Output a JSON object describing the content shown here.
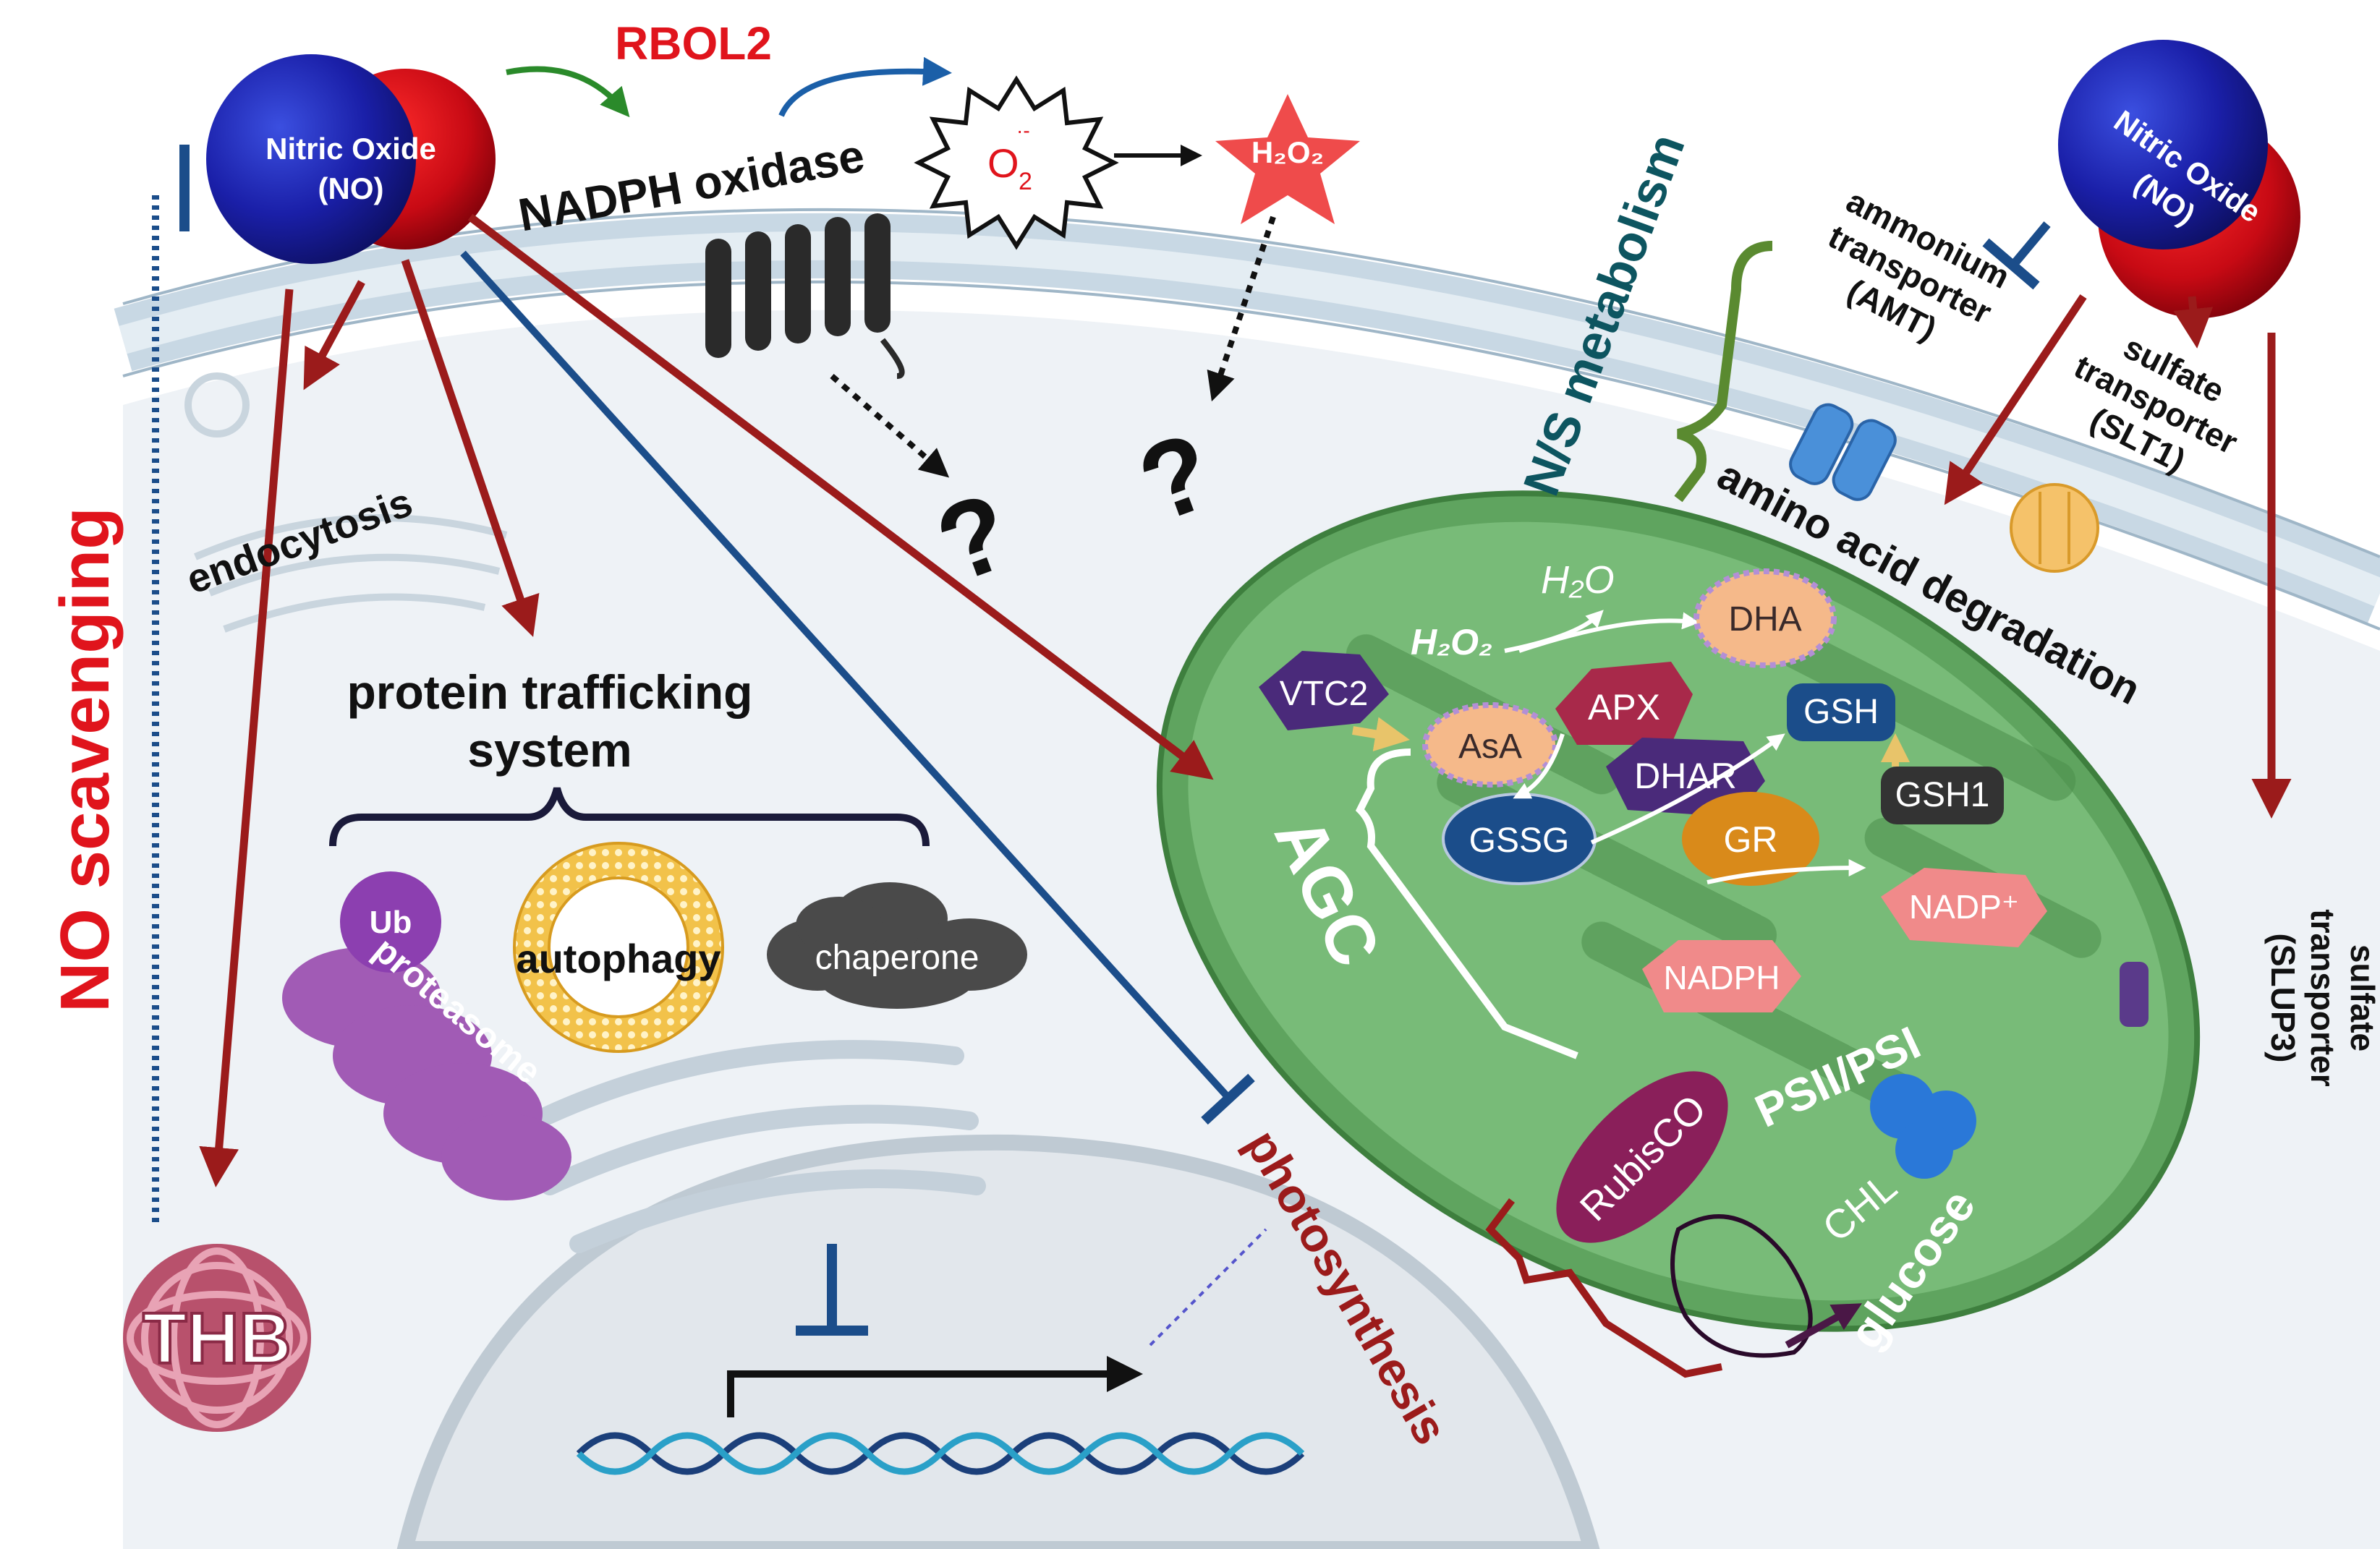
{
  "labels": {
    "no_left_line1": "Nitric Oxide",
    "no_left_line2": "(NO)",
    "rbol2": "RBOL2",
    "nadph_oxidase": "NADPH oxidase",
    "o2_base": "O",
    "o2_sub": "2",
    "o2_sup": "·-",
    "h2o2_star": "H₂O₂",
    "question": "?",
    "ns_metabolism": "N/S metabolism",
    "no_right_line1": "Nitric Oxide",
    "no_right_line2": "(NO)",
    "amt_line1": "ammonium",
    "amt_line2": "transporter",
    "amt_line3": "(AMT)",
    "slt1_line1": "sulfate",
    "slt1_line2": "transporter",
    "slt1_line3": "(SLT1)",
    "amino_acid_degradation": "amino acid degradation",
    "no_scavenging": "NO scavenging",
    "endocytosis": "endocytosis",
    "protein_trafficking_line1": "protein trafficking",
    "protein_trafficking_line2": "system",
    "ub": "Ub",
    "proteasome": "proteasome",
    "autophagy": "autophagy",
    "chaperone": "chaperone",
    "thb": "THB",
    "photosynthesis": "photosynthesis",
    "slup3_line1": "sulfate",
    "slup3_line2": "transporter",
    "slup3_line3": "(SLUP3)",
    "agc": "AGC",
    "vtc2": "VTC2",
    "h2o2_chl": "H₂O₂",
    "h2o": "H₂O",
    "dha": "DHA",
    "asa": "AsA",
    "apx": "APX",
    "gsh": "GSH",
    "dhar": "DHAR",
    "gsh1": "GSH1",
    "gssg": "GSSG",
    "gr": "GR",
    "nadp": "NADP⁺",
    "nadph": "NADPH",
    "rubisco": "RubisCO",
    "psii_psi": "PSII/PSI",
    "chl": "CHL",
    "glucose": "glucose"
  },
  "colors": {
    "red_arrow": "#9b1b1b",
    "blue_arrow": "#1b4d8a",
    "label_red": "#e0141c",
    "chloroplast": "#6fb26f",
    "membrane": "#cfdde6"
  }
}
